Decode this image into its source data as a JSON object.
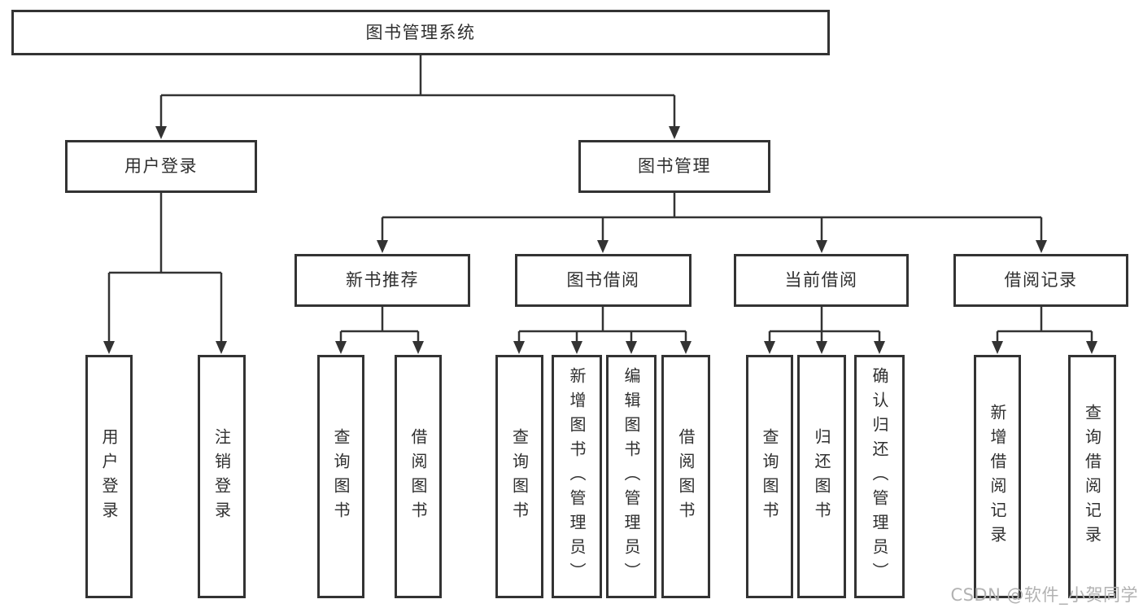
{
  "diagram": {
    "root": {
      "label": "图书管理系统",
      "children": [
        {
          "label": "用户登录",
          "children": [
            {
              "label": "用户登录"
            },
            {
              "label": "注销登录"
            }
          ]
        },
        {
          "label": "图书管理",
          "children": [
            {
              "label": "新书推荐",
              "children": [
                {
                  "label": "查询图书"
                },
                {
                  "label": "借阅图书"
                }
              ]
            },
            {
              "label": "图书借阅",
              "children": [
                {
                  "label": "查询图书"
                },
                {
                  "label": "新增图书（管理员）"
                },
                {
                  "label": "编辑图书（管理员）"
                },
                {
                  "label": "借阅图书"
                }
              ]
            },
            {
              "label": "当前借阅",
              "children": [
                {
                  "label": "查询图书"
                },
                {
                  "label": "归还图书"
                },
                {
                  "label": "确认归还（管理员）"
                }
              ]
            },
            {
              "label": "借阅记录",
              "children": [
                {
                  "label": "新增借阅记录"
                },
                {
                  "label": "查询借阅记录"
                }
              ]
            }
          ]
        }
      ]
    }
  },
  "watermark": {
    "text": "CSDN @软件_小贺同学"
  },
  "colors": {
    "line": "#333333",
    "text": "#2f2f2f",
    "box_background": "#ffffff",
    "page_background": "#ffffff",
    "watermark": "#b2b2b2"
  }
}
